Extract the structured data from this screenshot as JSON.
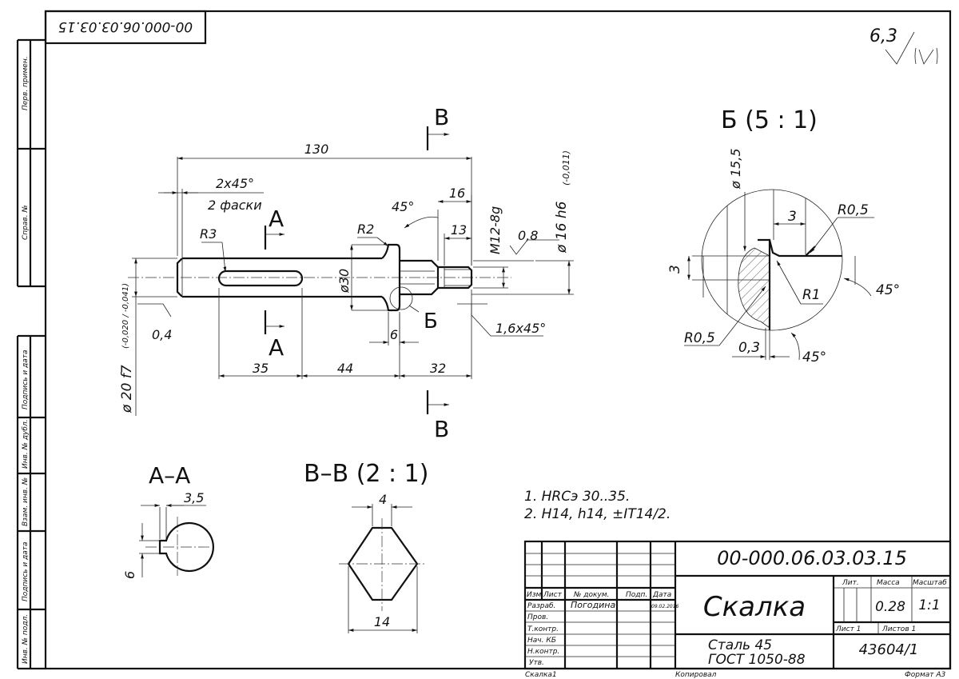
{
  "doc_number_top": "00-000.06.03.03.15",
  "roughness": "6,3",
  "side_labels": [
    "Перв. примен.",
    "Справ. №",
    "Подпись и дата",
    "Инв. № дубл.",
    "Взам. инв. №",
    "Подпись и дата",
    "Инв. № подл."
  ],
  "main_view": {
    "dim_total": "130",
    "chamfer_left": "2x45°",
    "chamfer_note": "2 фаски",
    "r3": "R3",
    "r2": "R2",
    "angle45": "45°",
    "dim16": "16",
    "dim13": "13",
    "thread": "M12-8g",
    "d30": "ø30",
    "d16": "ø 16 h6",
    "d16_tol": "(-0,011)",
    "d20": "ø 20 f7",
    "d20_tol": "(-0,020 / -0,041)",
    "rough_08": "0,8",
    "rough_04": "0,4",
    "chamfer_right": "1,6x45°",
    "dim6": "6",
    "dim35": "35",
    "dim44": "44",
    "dim32": "32",
    "label_A": "A",
    "label_B": "B",
    "label_detail": "Б"
  },
  "detail_view": {
    "title": "Б (5 : 1)",
    "d155": "ø 15,5",
    "dim3_top": "3",
    "r05_top": "R0,5",
    "dim3_left": "3",
    "r1": "R1",
    "angle45_right": "45°",
    "r05_bottom": "R0,5",
    "dim03": "0,3",
    "angle45_bottom": "45°"
  },
  "section_AA": {
    "title": "A–A",
    "dim35": "3,5",
    "dim6": "6"
  },
  "section_BB": {
    "title": "B–B  (2 : 1)",
    "dim4": "4",
    "dim14": "14"
  },
  "notes": [
    "1.  HRCэ 30..35.",
    "2.  H14, h14, ±IT14/2."
  ],
  "title_block": {
    "doc_number": "00-000.06.03.03.15",
    "part_name": "Скалка",
    "material_1": "Сталь 45",
    "material_2": "ГОСТ 1050-88",
    "org": "43604/1",
    "head_izm": "Изм",
    "head_list": "Лист",
    "head_dokum": "№ докум.",
    "head_podp": "Подп.",
    "head_data": "Дата",
    "razrab": "Разраб.",
    "razrab_name": "Погодина",
    "razrab_date": "09.02.2016",
    "prov": "Пров.",
    "tkontr": "Т.контр.",
    "nach": "Нач. КБ",
    "nkontr": "Н.контр.",
    "utv": "Утв.",
    "lit": "Лит.",
    "massa": "Масса",
    "masshtab": "Масштаб",
    "mass_val": "0.28",
    "scale_val": "1:1",
    "list": "Лист 1",
    "listov": "Листов 1"
  },
  "footer": {
    "file": "Скалка1",
    "copied": "Копировал",
    "format": "Формат A3"
  }
}
